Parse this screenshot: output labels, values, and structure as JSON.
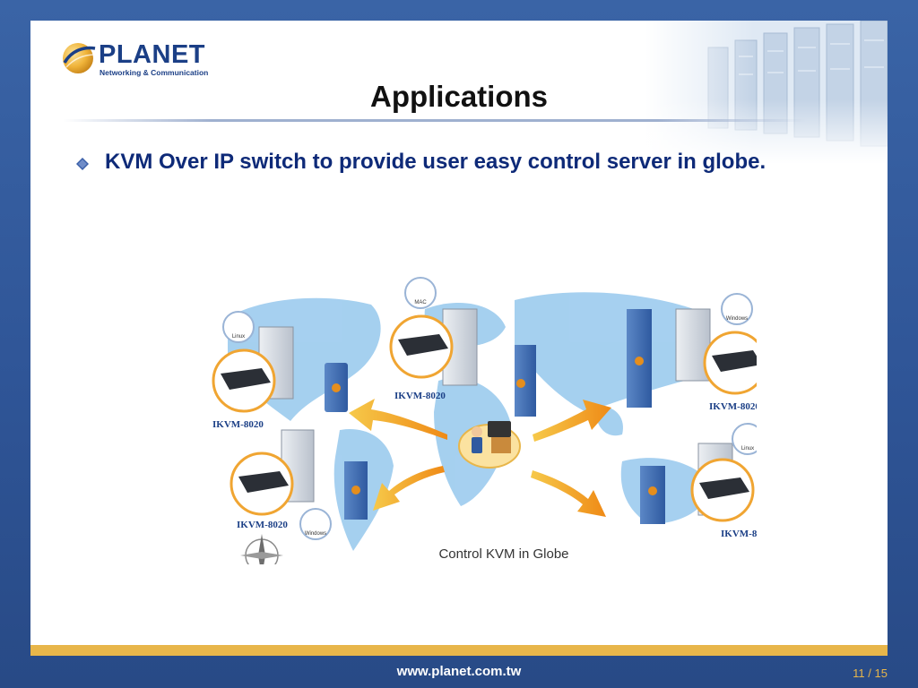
{
  "header": {
    "logo_text": "PLANET",
    "logo_subtitle": "Networking & Communication"
  },
  "slide": {
    "title": "Applications",
    "bullets": [
      "KVM Over IP switch to provide user easy control server in globe."
    ]
  },
  "diagram": {
    "caption": "Control KVM in Globe",
    "device_label": "IKVM-8020",
    "os_labels": {
      "linux": "Linux",
      "mac": "MAC",
      "windows": "Windows"
    }
  },
  "footer": {
    "url": "www.planet.com.tw",
    "page_current": "11",
    "page_separator": "/",
    "page_total": "15"
  },
  "colors": {
    "frame": "#2f5597",
    "accent_gold": "#e8b64a",
    "title_text": "#111111",
    "bullet_text": "#0e2a78",
    "logo_blue": "#1b3f86",
    "map_blue": "#8fc3ea",
    "arrow_orange": "#f29a1f"
  }
}
